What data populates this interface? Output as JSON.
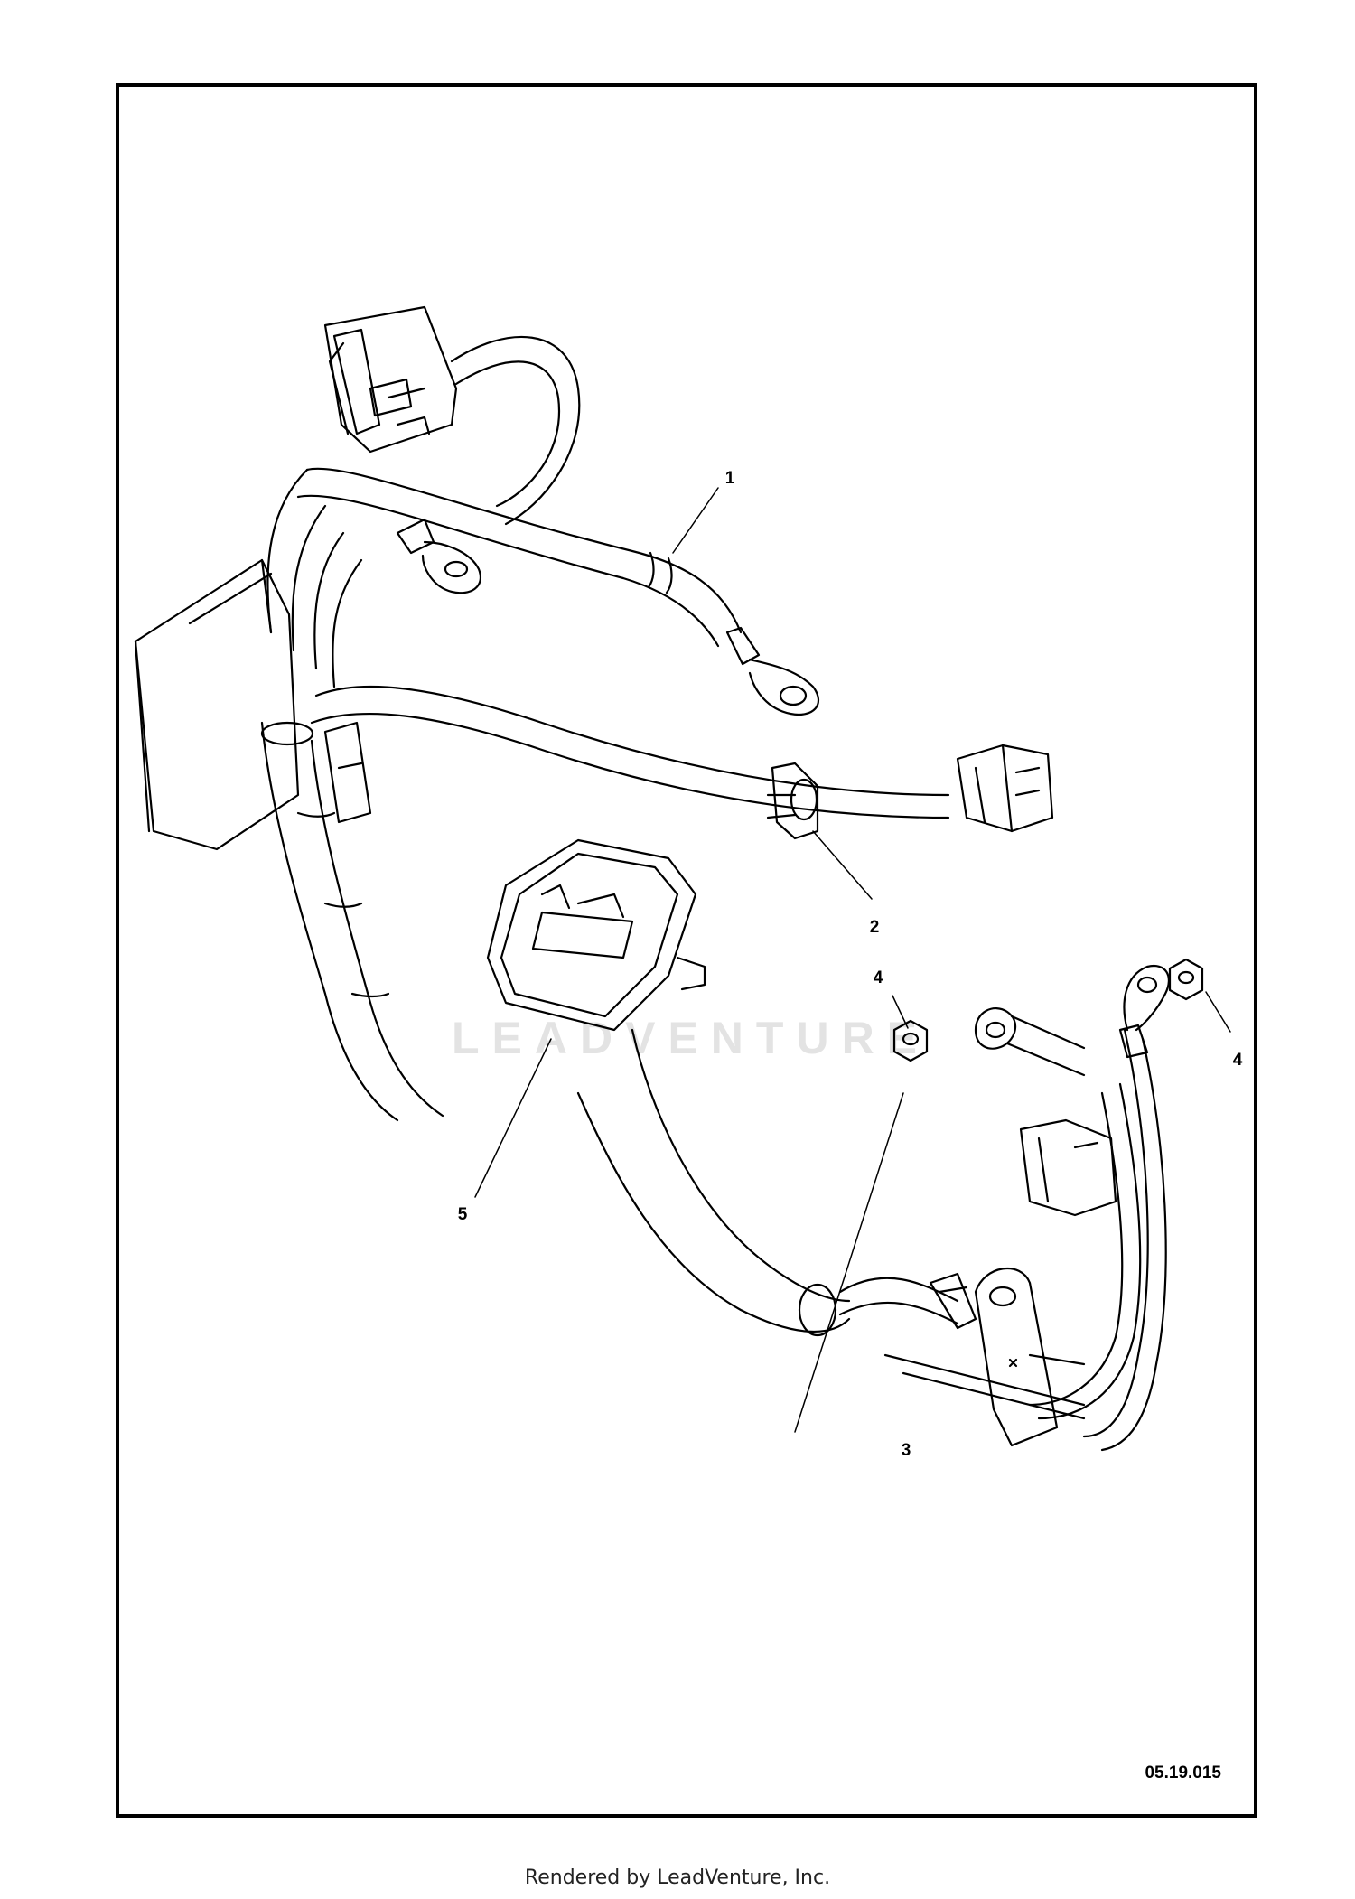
{
  "diagram": {
    "callouts": [
      {
        "id": "callout-1",
        "text": "1"
      },
      {
        "id": "callout-2",
        "text": "2"
      },
      {
        "id": "callout-3",
        "text": "3"
      },
      {
        "id": "callout-4a",
        "text": "4"
      },
      {
        "id": "callout-4b",
        "text": "4"
      },
      {
        "id": "callout-5",
        "text": "5"
      }
    ],
    "figure_code": "05.19.015",
    "watermark": "LEADVENTURE"
  },
  "footer": {
    "text": "Rendered by LeadVenture, Inc."
  },
  "colors": {
    "line": "#000000",
    "background": "#ffffff",
    "watermark": "#e3e3e3"
  }
}
